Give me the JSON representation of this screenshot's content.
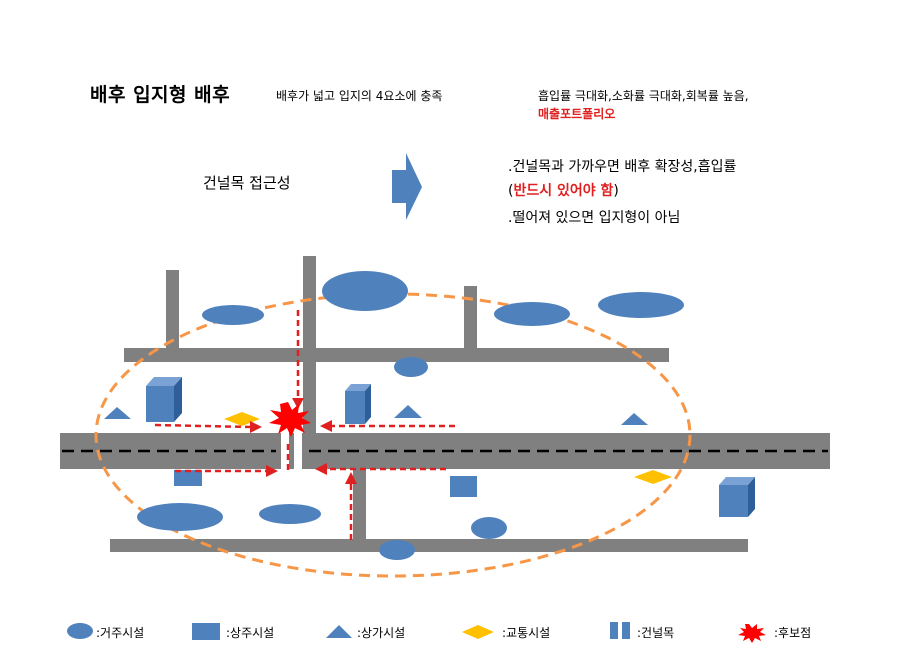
{
  "header": {
    "title": "배후 입지형 배후",
    "subtitle": "배후가 넓고 입지의 4요소에 충족",
    "effect_line1": "흡입률 극대화,소화률 극대화,회복률 높음,",
    "effect_line2": "매출포트폴리오"
  },
  "concept": {
    "label": "건널목 접근성",
    "desc_line1": ".건널목과 가까우면 배후 확장성,흡입률",
    "desc_line2_open": "(",
    "desc_line2_red": "반드시 있어야 함",
    "desc_line2_close": ")",
    "desc_line3": ".떨어져 있으면 입지형이 아님"
  },
  "legend": [
    {
      "symbol": "ellipse",
      "label": ":거주시설"
    },
    {
      "symbol": "square",
      "label": ":상주시설"
    },
    {
      "symbol": "triangle",
      "label": ":상가시설"
    },
    {
      "symbol": "diamond",
      "label": ":교통시설"
    },
    {
      "symbol": "crosswalk",
      "label": ":건널목"
    },
    {
      "symbol": "burst",
      "label": ":후보점"
    }
  ],
  "colors": {
    "facility_blue": "#4f81bd",
    "road_gray": "#808080",
    "trade_area_orange": "#f79646",
    "arrow_red": "#e02020",
    "transit_yellow": "#ffc000",
    "burst_red": "#ff0000",
    "text_red": "#e02020"
  }
}
